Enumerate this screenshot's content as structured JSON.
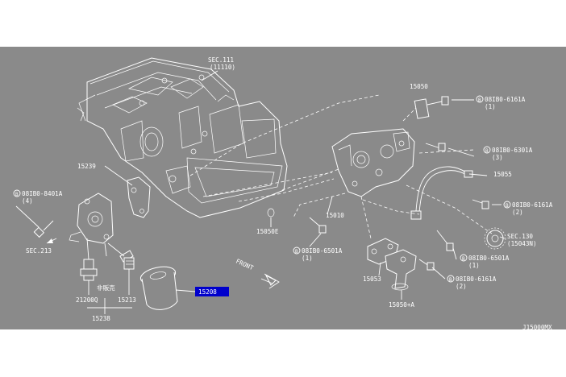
{
  "diagram": {
    "labels": {
      "sec111": "SEC.111",
      "sec111_sub": "(11110)",
      "p15050": "15050",
      "b6161a_top": "08IB0-6161A",
      "b6161a_top_qty": "(1)",
      "b6301a": "08IB0-6301A",
      "b6301a_qty": "(3)",
      "p15055": "15055",
      "b6161a_mid": "08IB0-6161A",
      "b6161a_mid_qty": "(2)",
      "p15010": "15010",
      "sec130": "SEC.130",
      "sec130_sub": "(15043N)",
      "b6501a_right": "08IB0-6501A",
      "b6501a_right_qty": "(1)",
      "b6161a_low": "08IB0-6161A",
      "b6161a_low_qty": "(2)",
      "p15053": "15053",
      "p15050a": "15050+A",
      "p15050e": "15050E",
      "b6501a_left": "08IB0-6501A",
      "b6501a_left_qty": "(1)",
      "p15239": "15239",
      "b8401a": "08IB0-8401A",
      "b8401a_qty": "(4)",
      "sec213": "SEC.213",
      "not_sold": "非販売",
      "p21200q": "21200Q",
      "p15213": "15213",
      "p15208": "15208",
      "p15238": "15238",
      "front": "FRONT",
      "bolt_mark": "B",
      "diagram_code": "J15000MX"
    },
    "colors": {
      "panel": "#8a8a8a",
      "line": "#ffffff",
      "highlight": "#0000cc"
    }
  }
}
